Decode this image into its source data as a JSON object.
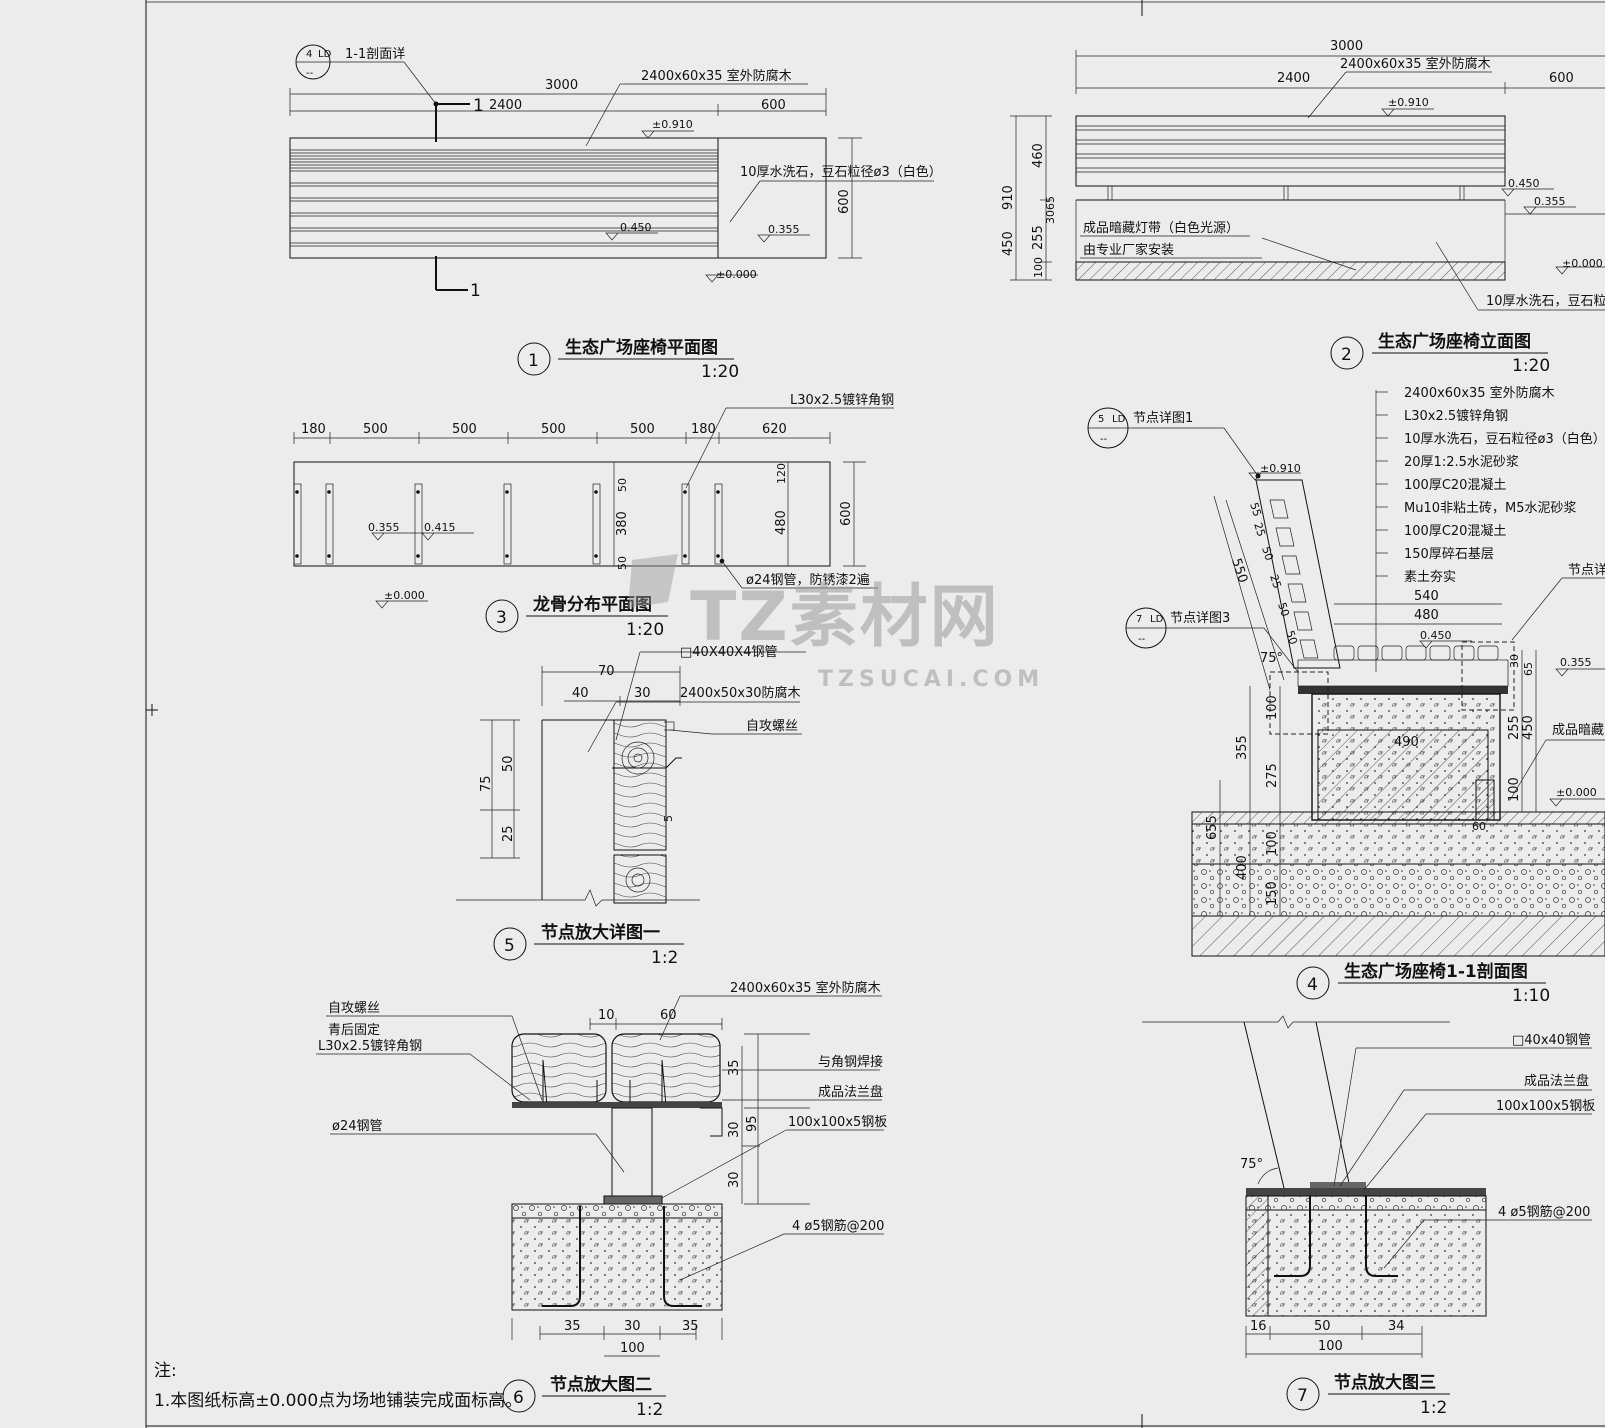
{
  "drawings": {
    "d1": {
      "num": "1",
      "title": "生态广场座椅平面图",
      "scale": "1:20",
      "ref_num": "4",
      "ref_sheet": "LD",
      "ref_sub": "--",
      "ref_label": "1-1剖面详",
      "dims": {
        "total": "3000",
        "a": "2400",
        "b": "600",
        "h": "600"
      },
      "section_mark": "1",
      "elev": {
        "e1": "±0.910",
        "e2": "0.450",
        "e3": "0.355",
        "e4": "±0.000"
      },
      "notes": {
        "wood": "2400x60x35 室外防腐木",
        "stone": "10厚水洗石，豆石粒径ø3（白色）"
      }
    },
    "d2": {
      "num": "2",
      "title": "生态广场座椅立面图",
      "scale": "1:20",
      "dims": {
        "total": "3000",
        "a": "2400",
        "b": "600",
        "h1": "460",
        "h2": "910",
        "h3": "450",
        "h4": "255",
        "h5": "30",
        "h6": "65",
        "h7": "100"
      },
      "elev": {
        "e1": "±0.910",
        "e2": "0.450",
        "e3": "0.355",
        "e4": "±0.000"
      },
      "notes": {
        "wood": "2400x60x35 室外防腐木",
        "light1": "成品暗藏灯带（白色光源）",
        "light2": "由专业厂家安装",
        "stone": "10厚水洗石，豆石粒"
      }
    },
    "d3": {
      "num": "3",
      "title": "龙骨分布平面图",
      "scale": "1:20",
      "dims": [
        "180",
        "500",
        "500",
        "500",
        "500",
        "180",
        "620"
      ],
      "vdims": {
        "a": "120",
        "b": "480",
        "c": "50",
        "d": "380",
        "e": "50",
        "h": "600"
      },
      "elev": {
        "e1": "0.355",
        "e2": "0.415",
        "e3": "±0.000"
      },
      "notes": {
        "angle": "L30x2.5镀锌角钢",
        "pipe": "ø24钢管，防锈漆2遍"
      }
    },
    "d4": {
      "num": "4",
      "title": "生态广场座椅1-1剖面图",
      "scale": "1:10",
      "ref5_num": "5",
      "ref5_sheet": "LD",
      "ref5_sub": "--",
      "ref5_label": "节点详图1",
      "ref7_num": "7",
      "ref7_sheet": "LD",
      "ref7_sub": "--",
      "ref7_label": "节点详图3",
      "layers": [
        "2400x60x35 室外防腐木",
        "L30x2.5镀锌角钢",
        "10厚水洗石，豆石粒径ø3（白色）",
        "20厚1:2.5水泥砂浆",
        "100厚C20混凝土",
        "Mu10非粘土砖，M5水泥砂浆",
        "100厚C20混凝土",
        "150厚碎石基层",
        "素土夯实"
      ],
      "right_labels": {
        "node": "节点详",
        "light": "成品暗藏"
      },
      "dims": {
        "w540": "540",
        "w480": "480",
        "w490": "490",
        "w60": "60",
        "a55": "55",
        "a50": "50",
        "a25": "25",
        "h550": "550",
        "angle": "75°",
        "h100": "100",
        "h355": "355",
        "h275": "275",
        "h655": "655",
        "h400": "400",
        "h150": "150",
        "h30": "30",
        "h65": "65",
        "h255": "255",
        "h450": "450"
      },
      "elev": {
        "e1": "±0.910",
        "e2": "0.450",
        "e3": "0.355",
        "e4": "±0.000"
      }
    },
    "d5": {
      "num": "5",
      "title": "节点放大详图一",
      "scale": "1:2",
      "dims": {
        "w70": "70",
        "w40": "40",
        "w30": "30",
        "h75": "75",
        "h50": "50",
        "h25": "25",
        "s5": "5"
      },
      "notes": {
        "tube": "□40X40X4钢管",
        "wood": "2400x50x30防腐木",
        "screw": "自攻螺丝"
      }
    },
    "d6": {
      "num": "6",
      "title": "节点放大图二",
      "scale": "1:2",
      "dims": {
        "w10": "10",
        "w60": "60",
        "h35": "35",
        "h30a": "30",
        "h95": "95",
        "h30b": "30",
        "b35a": "35",
        "b30": "30",
        "b35b": "35",
        "b100": "100"
      },
      "notes": {
        "screw": "自攻螺丝",
        "fix": "青后固定",
        "angle": "L30x2.5镀锌角钢",
        "pipe": "ø24钢管",
        "wood": "2400x60x35 室外防腐木",
        "weld": "与角钢焊接",
        "flange": "成品法兰盘",
        "plate": "100x100x5钢板",
        "rebar": "4 ø5钢筋@200"
      }
    },
    "d7": {
      "num": "7",
      "title": "节点放大图三",
      "scale": "1:2",
      "dims": {
        "angle": "75°",
        "b16": "16",
        "b50": "50",
        "b34": "34",
        "b100": "100"
      },
      "notes": {
        "tube": "□40x40钢管",
        "flange": "成品法兰盘",
        "plate": "100x100x5钢板",
        "rebar": "4 ø5钢筋@200"
      }
    }
  },
  "footnote": {
    "title": "注:",
    "line1": "1.本图纸标高±0.000点为场地铺装完成面标高。"
  },
  "watermark": {
    "main": "TZ素材网",
    "sub": "TZSUCAI.COM"
  }
}
